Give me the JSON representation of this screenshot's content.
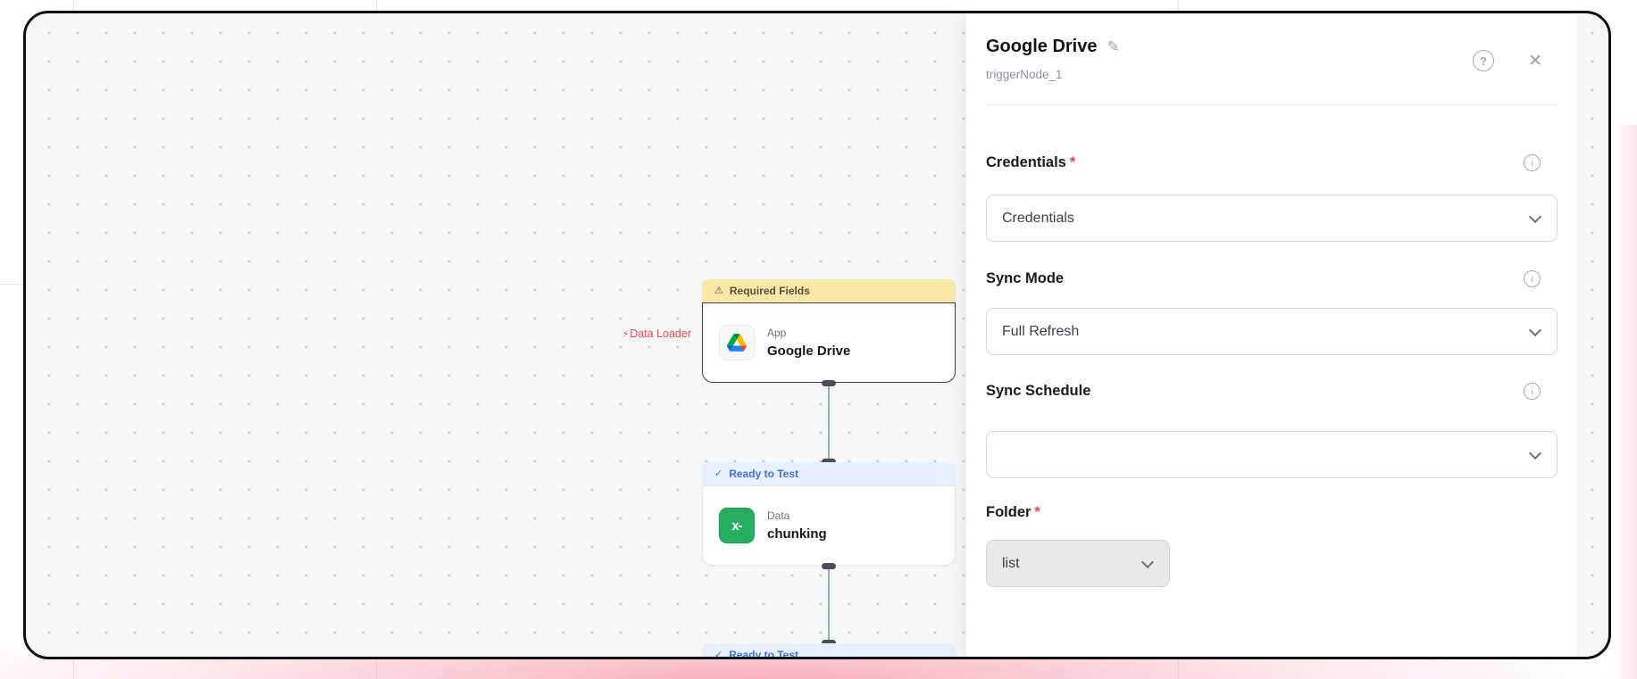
{
  "colors": {
    "accent_error": "#E5484D",
    "warning_banner_bg": "#FAE9A6",
    "warning_banner_text": "#57503F",
    "success_banner_bg": "#E7F0FC",
    "success_banner_text": "#3E74D6",
    "node_icon_green": "#27AE60",
    "frame_border": "#101013"
  },
  "icons": {
    "edit_glyph": "✎",
    "help_glyph": "?",
    "close_glyph": "✕",
    "info_glyph": "i",
    "warning_glyph": "⚠",
    "check_glyph": "✓",
    "bolt_glyph": "⚡",
    "spreadsheet_glyph": "x-"
  },
  "canvas": {
    "data_loader_label": "Data Loader",
    "nodes": [
      {
        "banner": "Required Fields",
        "type_label": "App",
        "name": "Google Drive"
      },
      {
        "banner": "Ready to Test",
        "type_label": "Data",
        "name": "chunking"
      },
      {
        "banner": "Ready to Test"
      }
    ]
  },
  "panel": {
    "title": "Google Drive",
    "subtitle": "triggerNode_1",
    "fields": [
      {
        "label": "Credentials",
        "required_marker": "*",
        "value": "Credentials"
      },
      {
        "label": "Sync Mode",
        "value": "Full Refresh"
      },
      {
        "label": "Sync Schedule",
        "value": ""
      },
      {
        "label": "Folder",
        "required_marker": "*",
        "value": "list"
      }
    ]
  }
}
